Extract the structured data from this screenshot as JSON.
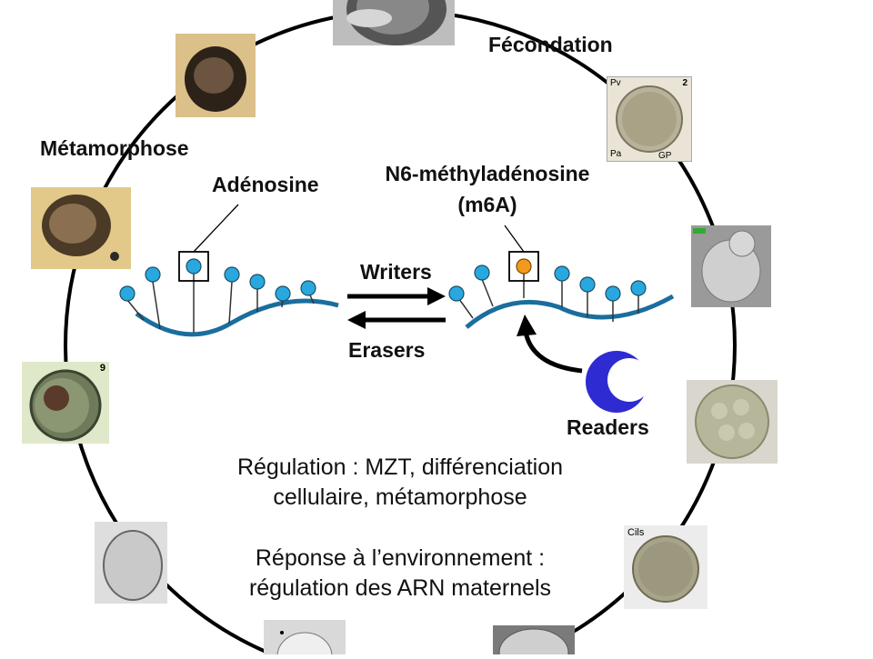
{
  "stages": {
    "fecondation": "Fécondation",
    "metamorphose": "Métamorphose"
  },
  "molecule": {
    "adenosine": "Adénosine",
    "m6a_line1": "N6-méthyladénosine",
    "m6a_line2": "(m6A)"
  },
  "enzymes": {
    "writers": "Writers",
    "erasers": "Erasers",
    "readers": "Readers"
  },
  "functions": {
    "regulation_line1": "Régulation : MZT, différenciation",
    "regulation_line2": "cellulaire, métamorphose",
    "response_line1": "Réponse à l’environnement :",
    "response_line2": "régulation des ARN maternels"
  },
  "photo_labels": {
    "zygote_label_pv": "Pv",
    "zygote_label_2": "2",
    "zygote_label_pa": "Pa",
    "zygote_label_gp": "GP",
    "trochophore_label": "Cils",
    "pediveliger_label": "9"
  },
  "colors": {
    "rna": "#1a6e9e",
    "adenosine": "#29a8df",
    "m6a": "#f39a1c",
    "readers": "#2f2bd2",
    "cycle": "#000000"
  }
}
